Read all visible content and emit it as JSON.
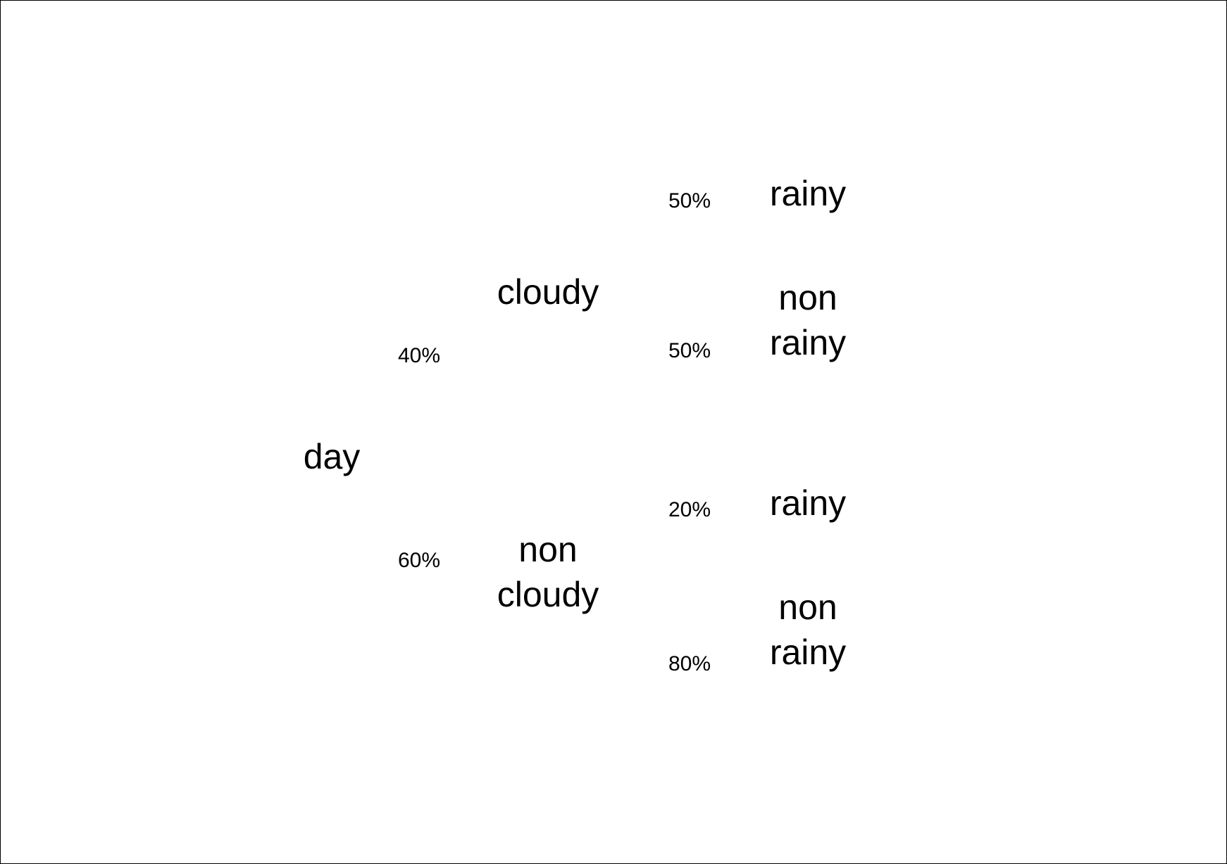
{
  "tree": {
    "root": "day",
    "branches": [
      {
        "probability": "40%",
        "label": "cloudy",
        "children": [
          {
            "probability": "50%",
            "label": "rainy"
          },
          {
            "probability": "50%",
            "label": "non\nrainy"
          }
        ]
      },
      {
        "probability": "60%",
        "label": "non\ncloudy",
        "children": [
          {
            "probability": "20%",
            "label": "rainy"
          },
          {
            "probability": "80%",
            "label": "non\nrainy"
          }
        ]
      }
    ]
  }
}
